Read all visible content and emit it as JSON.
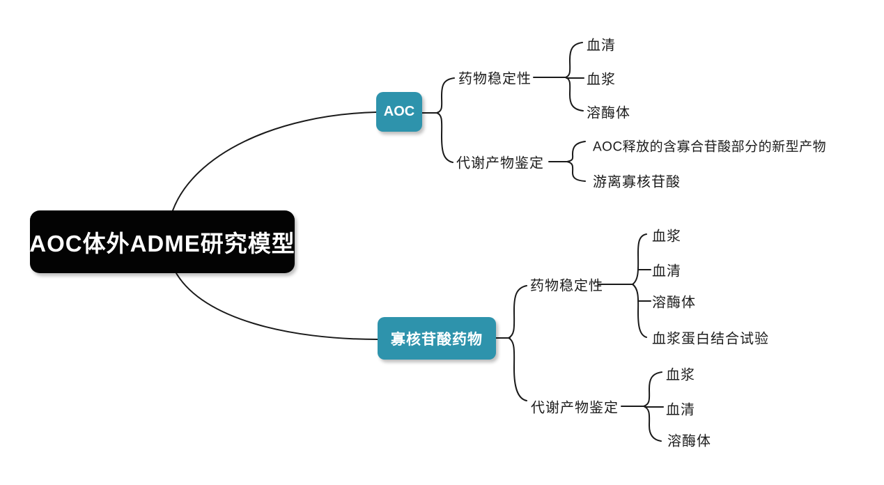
{
  "title": "AOC体外ADME研究模型",
  "colors": {
    "root_bg": "#030303",
    "topic_bg": "#2E93AC",
    "line": "#1a1a1a",
    "text": "#1c1c1c",
    "node_text": "#ffffff"
  },
  "root": {
    "label": "AOC体外ADME研究模型"
  },
  "branches": [
    {
      "label": "AOC",
      "children": [
        {
          "label": "药物稳定性",
          "children": [
            {
              "label": "血清"
            },
            {
              "label": "血浆"
            },
            {
              "label": "溶酶体"
            }
          ]
        },
        {
          "label": "代谢产物鉴定",
          "children": [
            {
              "label": "AOC释放的含寡合苷酸部分的新型产物"
            },
            {
              "label": "游离寡核苷酸"
            }
          ]
        }
      ]
    },
    {
      "label": "寡核苷酸药物",
      "children": [
        {
          "label": "药物稳定性",
          "children": [
            {
              "label": "血浆"
            },
            {
              "label": "血清"
            },
            {
              "label": "溶酶体"
            },
            {
              "label": "血浆蛋白结合试验"
            }
          ]
        },
        {
          "label": "代谢产物鉴定",
          "children": [
            {
              "label": "血浆"
            },
            {
              "label": "血清"
            },
            {
              "label": "溶酶体"
            }
          ]
        }
      ]
    }
  ]
}
